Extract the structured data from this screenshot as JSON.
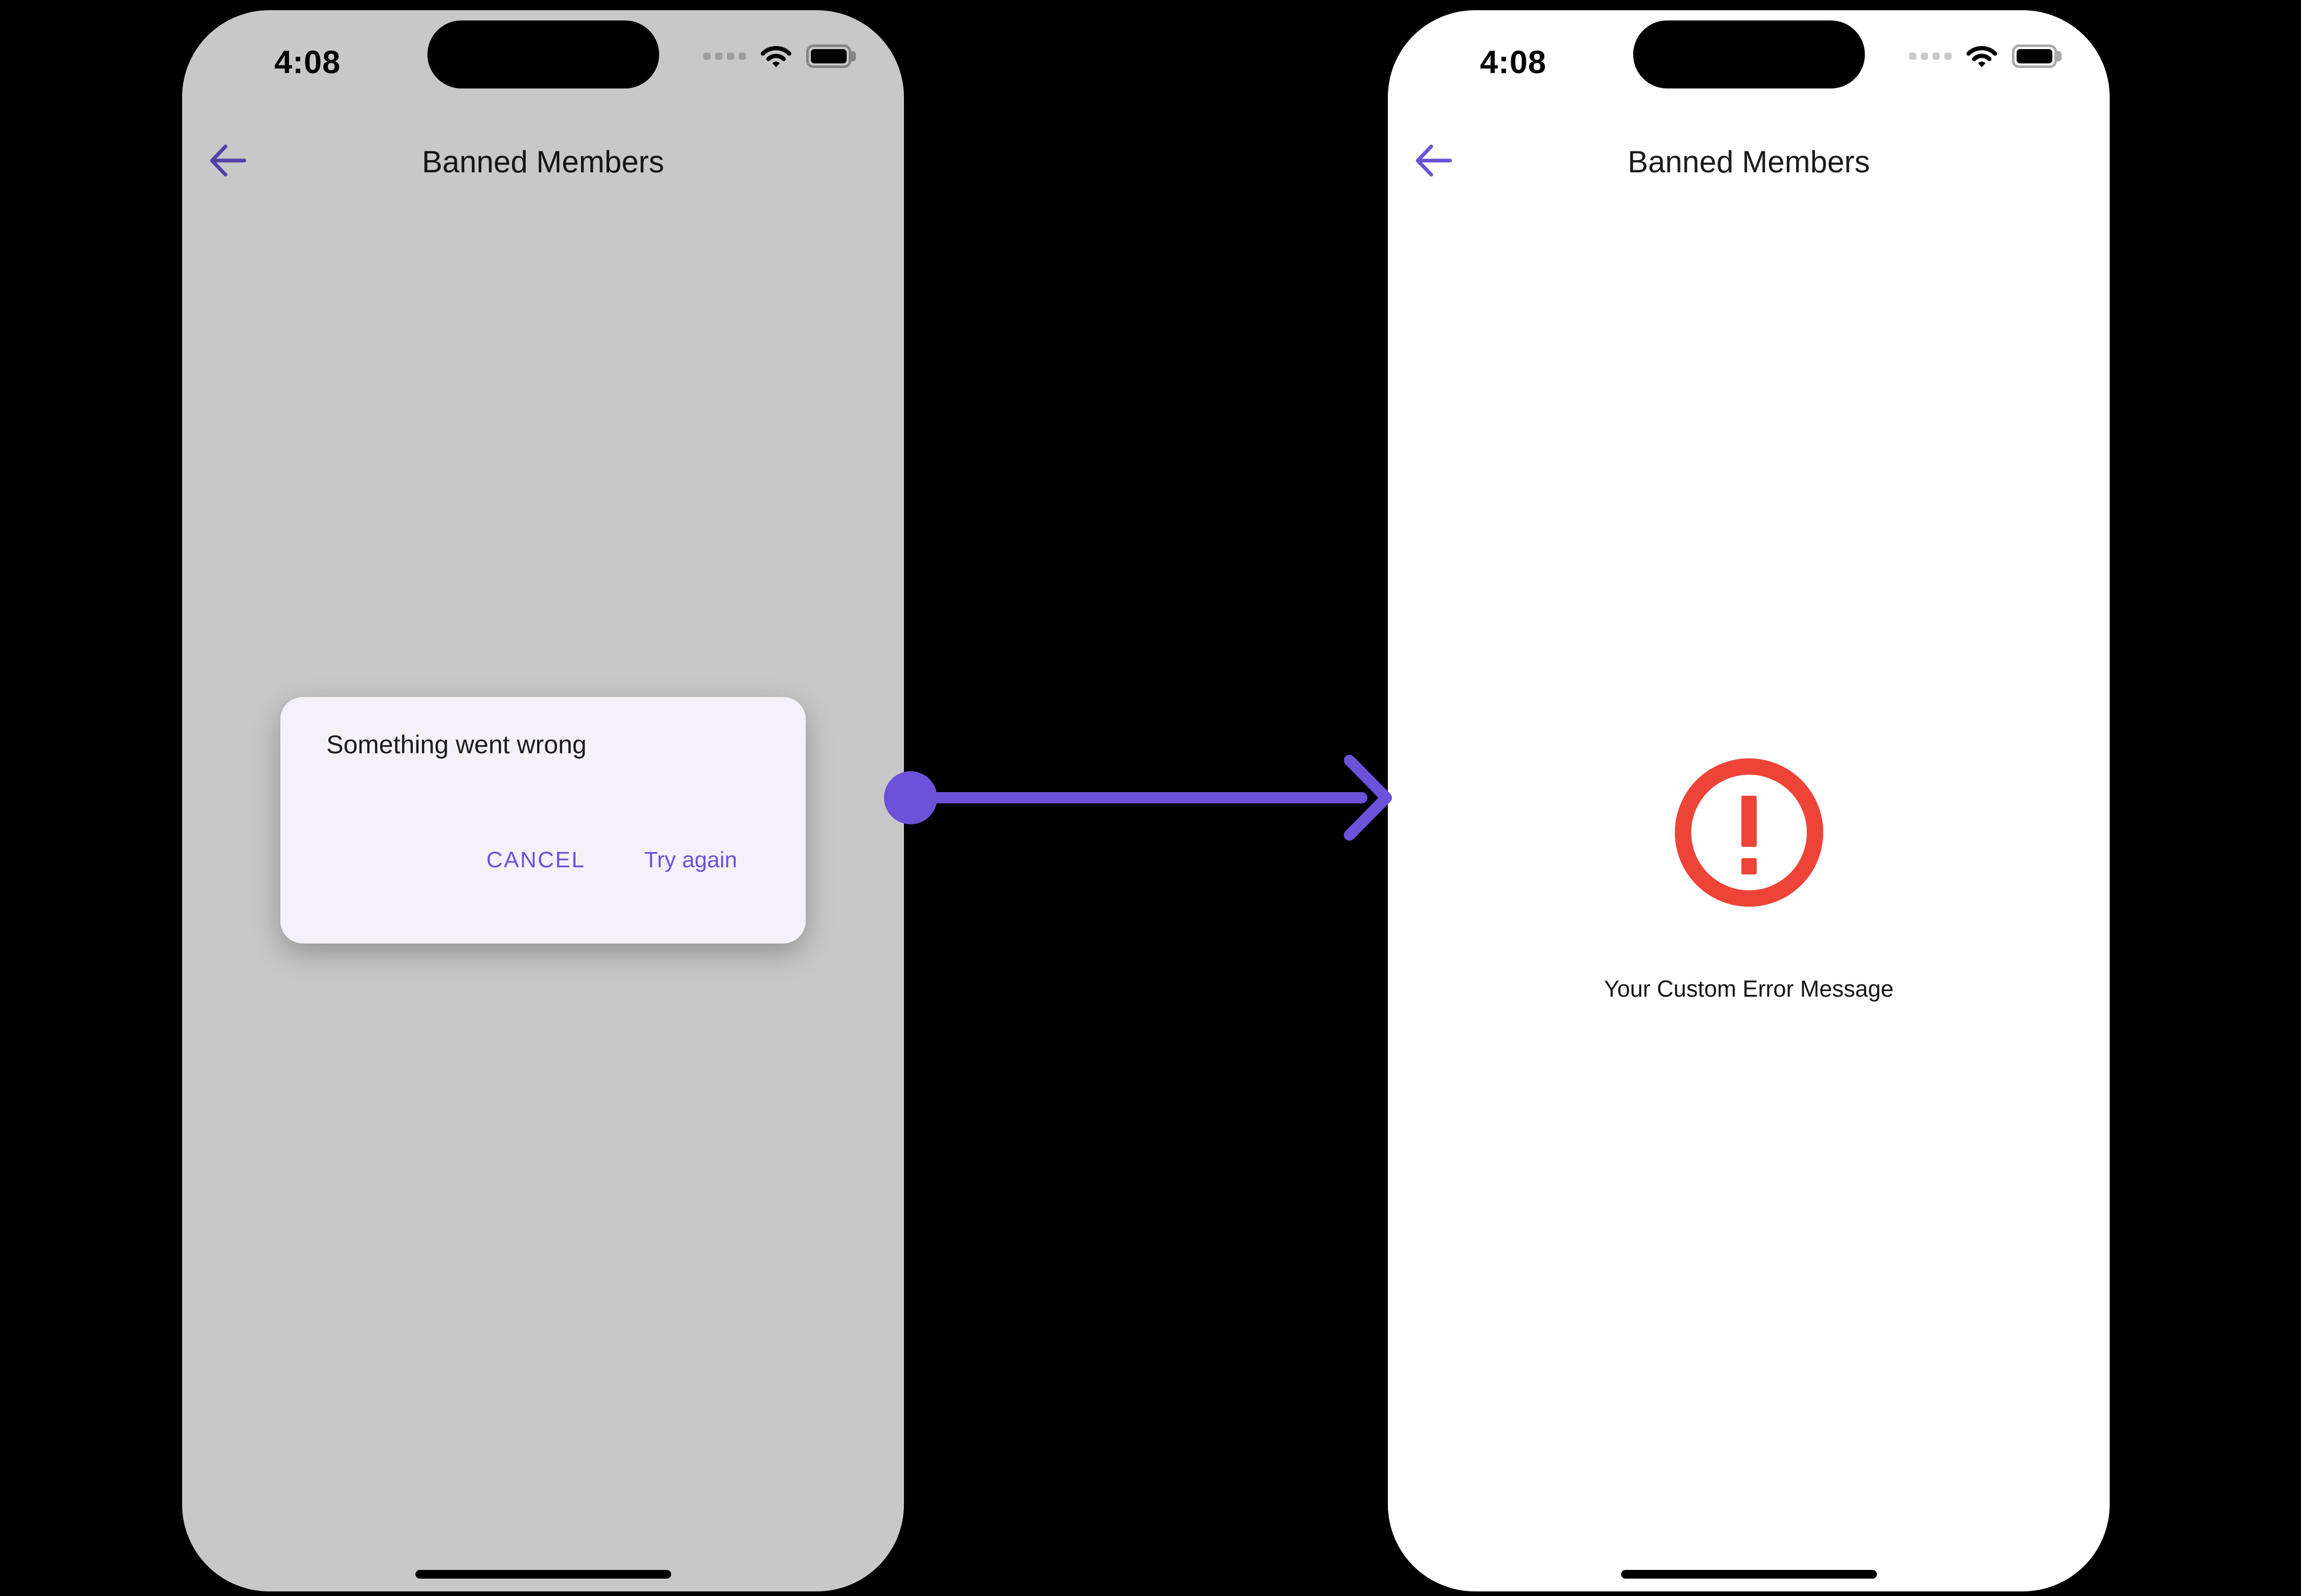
{
  "colors": {
    "page_bg": "#000000",
    "screen_bg": "#FFFFFF",
    "accent": "#6B52D8",
    "error": "#EE4337",
    "dialog_bg": "#F4F1FA",
    "text_primary": "#1B1B1F",
    "status_dots": "#C9C9CC",
    "battery_frame": "#A9A9AC"
  },
  "status_bar": {
    "time": "4:08",
    "icons": [
      "cellular-dots-icon",
      "wifi-icon",
      "battery-icon"
    ]
  },
  "left_phone": {
    "header": {
      "title": "Banned Members",
      "back_icon": "back-arrow-icon"
    },
    "dialog": {
      "title": "Something went wrong",
      "cancel_label": "CANCEL",
      "try_again_label": "Try again"
    }
  },
  "connector": {
    "shape": "dot-line-arrow-right"
  },
  "right_phone": {
    "header": {
      "title": "Banned Members",
      "back_icon": "back-arrow-icon"
    },
    "error": {
      "icon": "error-circle-icon",
      "message": "Your Custom Error Message"
    }
  }
}
